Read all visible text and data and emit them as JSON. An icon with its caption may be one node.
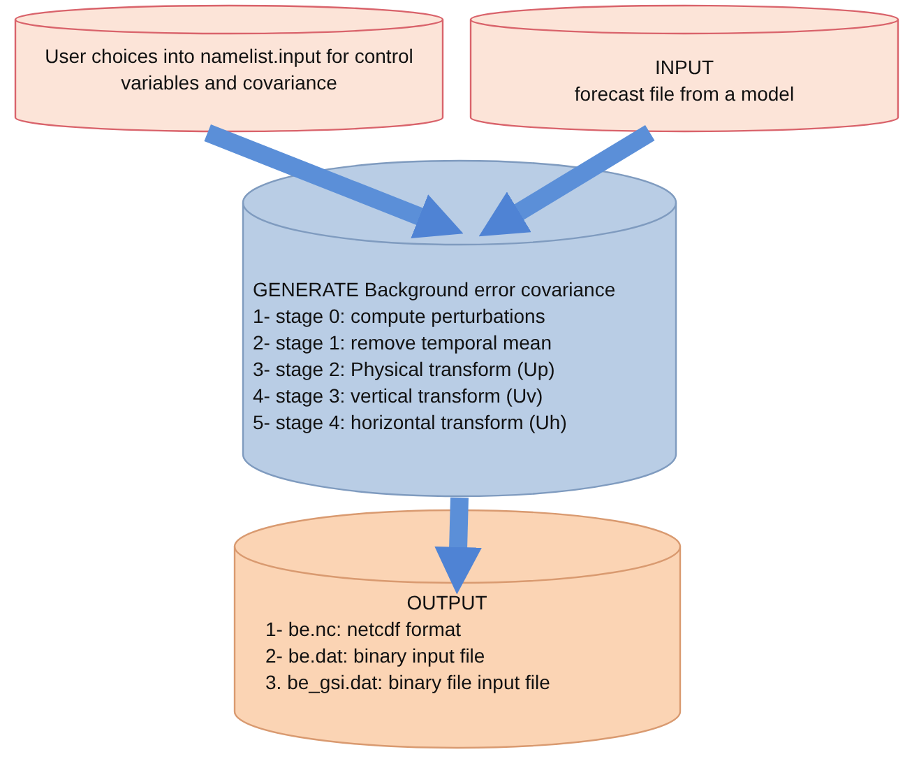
{
  "diagram": {
    "nodes": [
      {
        "text": [
          "User choices into namelist.input for control variables and covariance"
        ]
      },
      {
        "text": [
          "INPUT",
          "forecast file from a model"
        ]
      },
      {
        "text": [
          "GENERATE Background error covariance",
          "1- stage 0: compute perturbations",
          "2- stage 1: remove temporal mean",
          "3- stage 2:  Physical transform (Up)",
          "4- stage 3: vertical transform (Uv)",
          "5- stage 4: horizontal transform (Uh)"
        ]
      },
      {
        "text": [
          "OUTPUT",
          "1- be.nc: netcdf format",
          "2- be.dat: binary input file",
          "3. be_gsi.dat: binary file input file"
        ]
      }
    ],
    "edges": [
      {
        "from": 0,
        "to": 2,
        "arrow": "to"
      },
      {
        "from": 1,
        "to": 2,
        "arrow": "to"
      },
      {
        "from": 2,
        "to": 3,
        "arrow": "to"
      }
    ]
  }
}
